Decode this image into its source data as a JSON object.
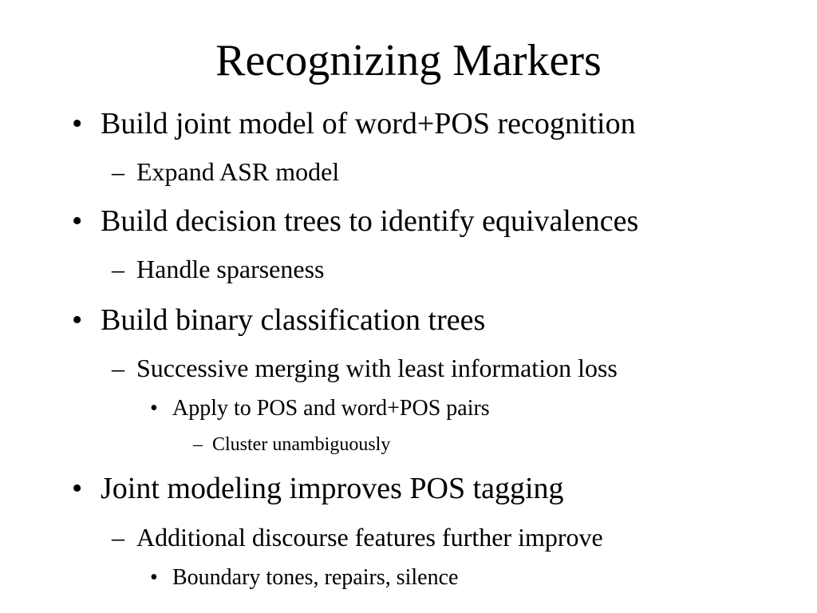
{
  "slide": {
    "title": "Recognizing Markers",
    "bullets": [
      {
        "marker": "•",
        "text": "Build joint model of word+POS recognition"
      },
      {
        "marker": "–",
        "text": "Expand ASR model"
      },
      {
        "marker": "•",
        "text": "Build decision trees to identify equivalences"
      },
      {
        "marker": "–",
        "text": "Handle sparseness"
      },
      {
        "marker": "•",
        "text": "Build binary classification trees"
      },
      {
        "marker": "–",
        "text": "Successive merging with least information loss"
      },
      {
        "marker": "•",
        "text": "Apply to POS and word+POS pairs"
      },
      {
        "marker": "–",
        "text": "Cluster unambiguously"
      },
      {
        "marker": "•",
        "text": "Joint modeling improves POS tagging"
      },
      {
        "marker": "–",
        "text": "Additional discourse features further improve"
      },
      {
        "marker": "•",
        "text": "Boundary tones, repairs, silence"
      }
    ]
  }
}
